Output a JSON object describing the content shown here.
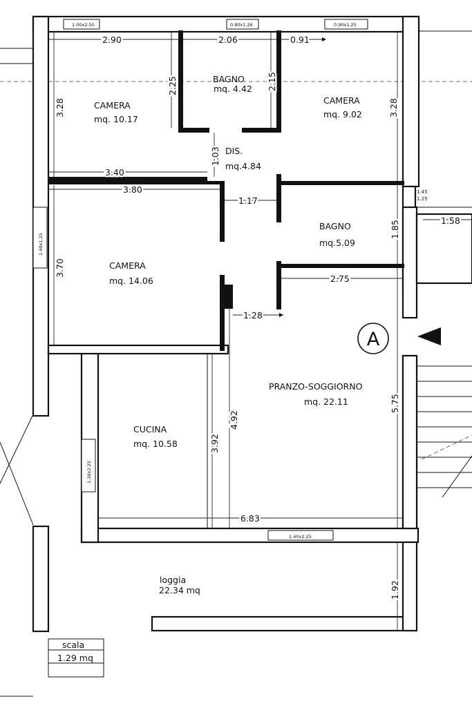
{
  "rooms": {
    "camera1": {
      "name": "CAMERA",
      "area": "mq. 10.17"
    },
    "bagno1": {
      "name": "BAGNO",
      "area": "mq. 4.42"
    },
    "camera2": {
      "name": "CAMERA",
      "area": "mq. 9.02"
    },
    "dis": {
      "name": "DIS.",
      "area": "mq.4.84"
    },
    "bagno2": {
      "name": "BAGNO",
      "area": "mq.5.09"
    },
    "camera3": {
      "name": "CAMERA",
      "area": "mq. 14.06"
    },
    "cucina": {
      "name": "CUCINA",
      "area": "mq. 10.58"
    },
    "pranzo": {
      "name": "PRANZO-SOGGIORNO",
      "area": "mq. 22.11"
    },
    "loggia": {
      "name": "loggia",
      "area": "22.34 mq"
    },
    "scala": {
      "name": "scala",
      "area": "1.29 mq"
    }
  },
  "dimensions": {
    "d290": "2.90",
    "d206": "2.06",
    "d091": "0.91",
    "d328a": "3.28",
    "d225": "2.25",
    "d215": "2.15",
    "d328b": "3.28",
    "d103": "1.03",
    "d340": "3.40",
    "d380": "3.80",
    "d117": "1.17",
    "d145": "1.45",
    "d125": "1.25",
    "d158": "1.58",
    "d185": "1.85",
    "d370": "3.70",
    "d275": "2.75",
    "d128": "1.28",
    "d575": "5.75",
    "d492": "4.92",
    "d392": "3.92",
    "d683": "6.83",
    "d192": "1.92"
  },
  "windows": {
    "w1": "1.00x2.50",
    "w2": "0.80x1.26",
    "w3": "0.90x1.25",
    "w4": "1.40x1.25",
    "w5": "1.30x2.25",
    "w6": "1.40x2.25"
  },
  "unit_marker": "A"
}
